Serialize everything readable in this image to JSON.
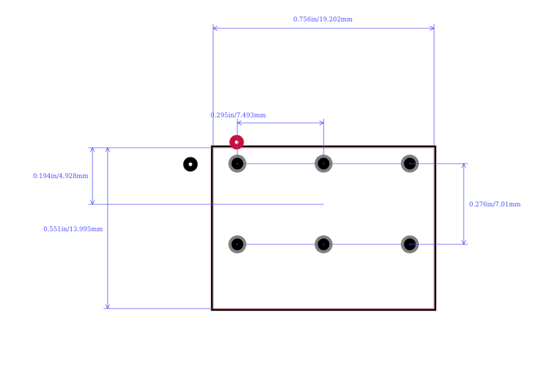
{
  "colors": {
    "dimension": "#4b4bff",
    "outline": "#000000",
    "inner_outline": "#d04060",
    "pad_ring": "#808080",
    "pad_hole": "#000000",
    "pad_mark": "#2020ff",
    "pin1_marker": "#c8103c",
    "pin1_dot": "#ffffff",
    "orientation_dot": "#000000"
  },
  "dimensions": {
    "overall_width": "0.756in/19.202mm",
    "pin_pitch": "0.295in/7.493mm",
    "pin1_to_center": "0.194in/4.928mm",
    "overall_height": "0.551in/13.995mm",
    "row_spacing": "0.276in/7.01mm"
  },
  "icons": {
    "pin1_marker": "pin1-marker-icon",
    "orientation_dot": "orientation-dot-icon",
    "pad": "through-hole-pad-icon"
  }
}
